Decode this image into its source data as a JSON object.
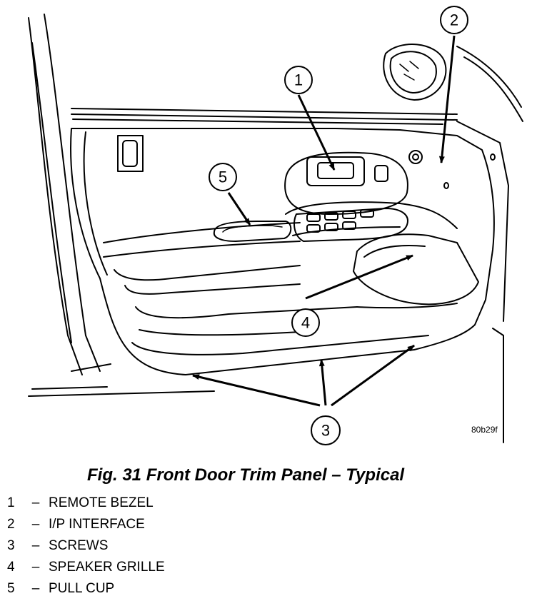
{
  "figure": {
    "caption": "Fig. 31 Front Door Trim Panel – Typical",
    "reference_code": "80b29f",
    "callouts": [
      {
        "number": "1"
      },
      {
        "number": "2"
      },
      {
        "number": "3"
      },
      {
        "number": "4"
      },
      {
        "number": "5"
      }
    ]
  },
  "legend": [
    {
      "number": "1",
      "separator": "–",
      "label": "REMOTE BEZEL"
    },
    {
      "number": "2",
      "separator": "–",
      "label": "I/P INTERFACE"
    },
    {
      "number": "3",
      "separator": "–",
      "label": "SCREWS"
    },
    {
      "number": "4",
      "separator": "–",
      "label": "SPEAKER GRILLE"
    },
    {
      "number": "5",
      "separator": "–",
      "label": "PULL CUP"
    }
  ]
}
